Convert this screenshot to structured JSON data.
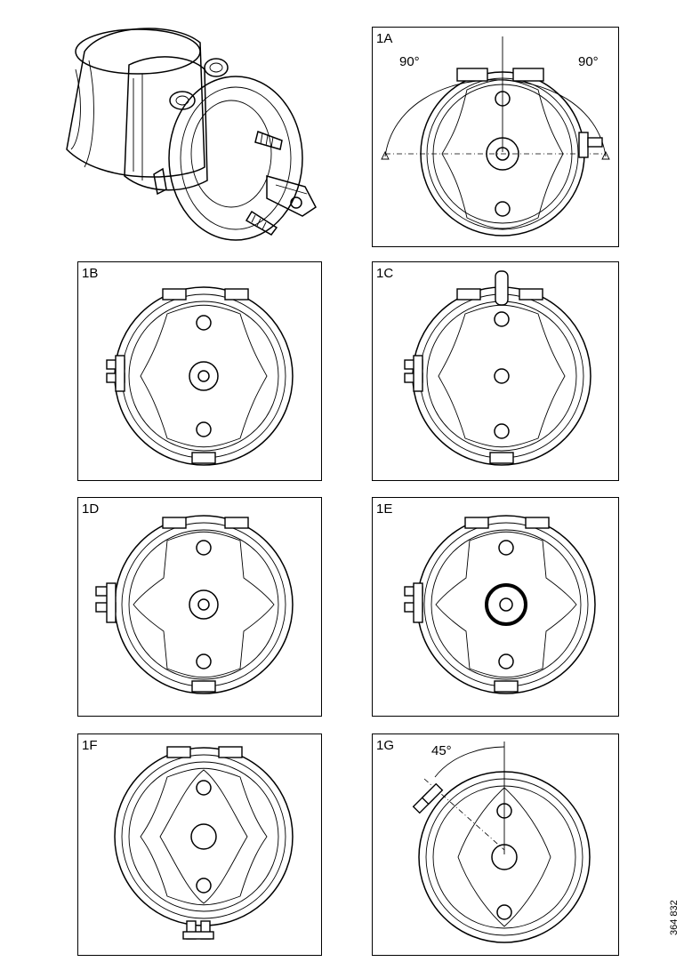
{
  "panels": {
    "p1A": {
      "label": "1A",
      "angle_left": "90°",
      "angle_right": "90°"
    },
    "p1B": {
      "label": "1B"
    },
    "p1C": {
      "label": "1C"
    },
    "p1D": {
      "label": "1D"
    },
    "p1E": {
      "label": "1E"
    },
    "p1F": {
      "label": "1F"
    },
    "p1G": {
      "label": "1G",
      "angle": "45°"
    }
  },
  "doc_number": "364 832"
}
